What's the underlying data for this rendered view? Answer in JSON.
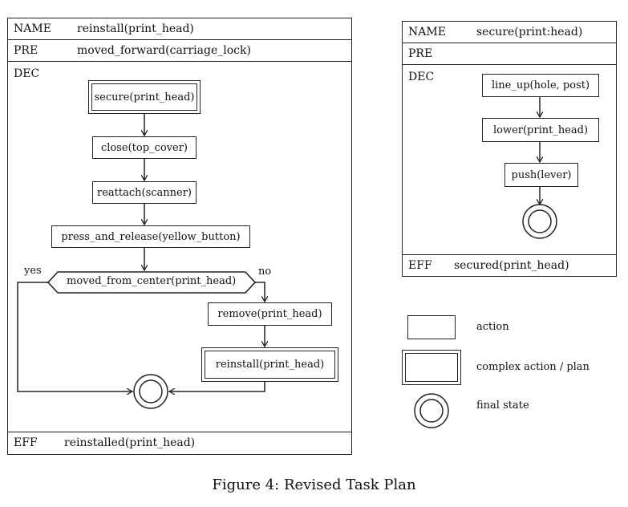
{
  "left_plan": {
    "name_label": "NAME",
    "name_value": "reinstall(print_head)",
    "pre_label": "PRE",
    "pre_value": "moved_forward(carriage_lock)",
    "dec_label": "DEC",
    "eff_label": "EFF",
    "eff_value": "reinstalled(print_head)",
    "nodes": {
      "secure": "secure(print_head)",
      "close": "close(top_cover)",
      "reattach": "reattach(scanner)",
      "press": "press_and_release(yellow_button)",
      "decision": "moved_from_center(print_head)",
      "yes": "yes",
      "no": "no",
      "remove": "remove(print_head)",
      "reinstall": "reinstall(print_head)"
    }
  },
  "right_plan": {
    "name_label": "NAME",
    "name_value": "secure(print:head)",
    "pre_label": "PRE",
    "dec_label": "DEC",
    "eff_label": "EFF",
    "eff_value": "secured(print_head)",
    "nodes": {
      "lineup": "line_up(hole, post)",
      "lower": "lower(print_head)",
      "push": "push(lever)"
    }
  },
  "legend": {
    "action": "action",
    "complex": "complex action / plan",
    "final": "final state"
  },
  "caption": "Figure 4: Revised Task Plan"
}
